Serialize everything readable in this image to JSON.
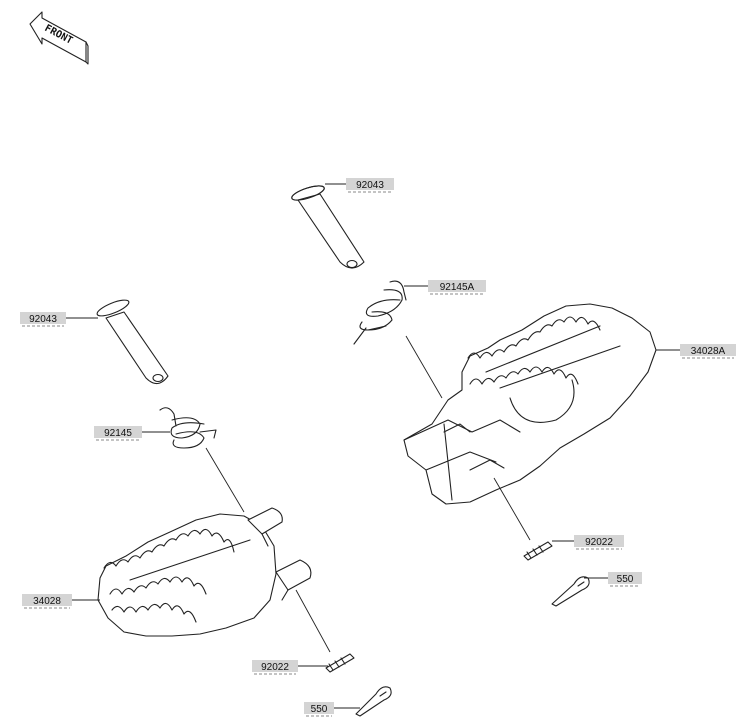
{
  "front_label": "FRONT",
  "callouts": [
    {
      "id": "pin-upper",
      "label": "92043"
    },
    {
      "id": "spring-upper",
      "label": "92145A"
    },
    {
      "id": "footpeg-right",
      "label": "34028A"
    },
    {
      "id": "pin-left",
      "label": "92043"
    },
    {
      "id": "spring-left",
      "label": "92145"
    },
    {
      "id": "footpeg-left",
      "label": "34028"
    },
    {
      "id": "washer-right",
      "label": "92022"
    },
    {
      "id": "cotter-right",
      "label": "550"
    },
    {
      "id": "washer-left",
      "label": "92022"
    },
    {
      "id": "cotter-left",
      "label": "550"
    }
  ]
}
